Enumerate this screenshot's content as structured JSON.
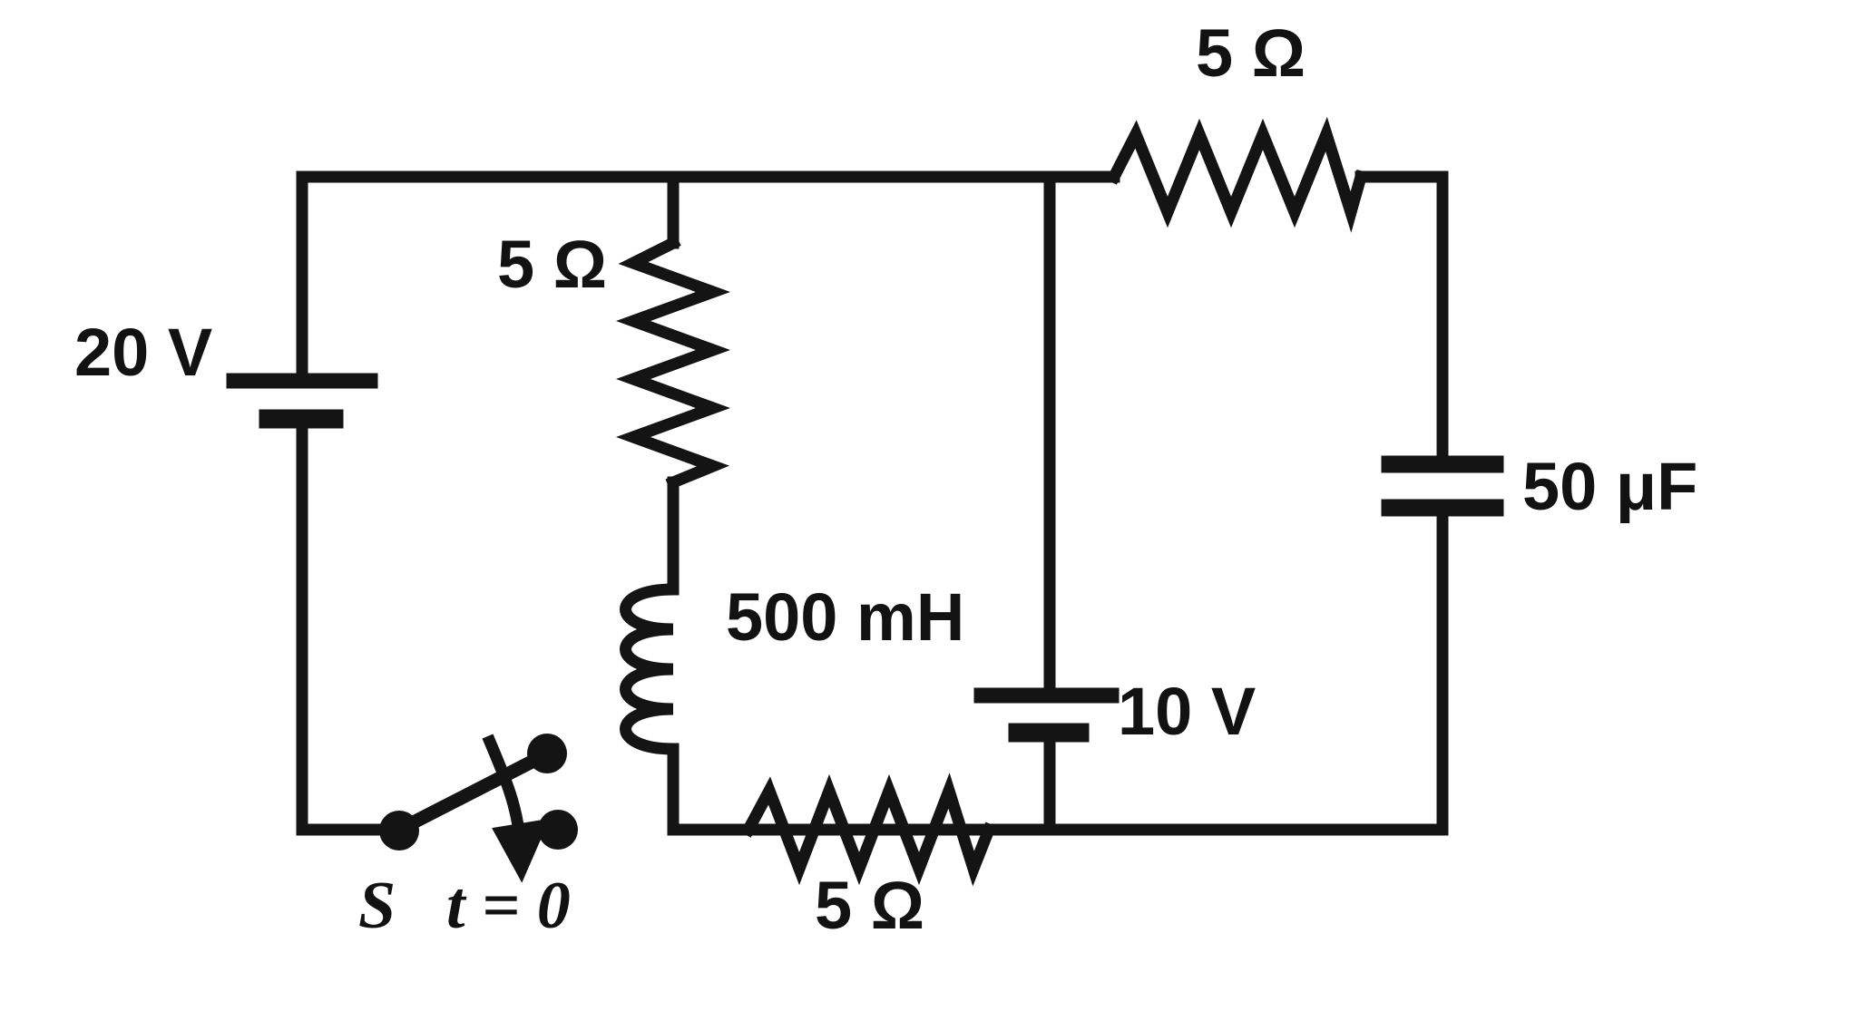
{
  "diagram": {
    "type": "electrical-circuit-schematic",
    "stroke_color": "#141414",
    "background_color": "#ffffff"
  },
  "components": {
    "source_20v": {
      "kind": "battery",
      "label": "20 V"
    },
    "resistor_left": {
      "kind": "resistor",
      "label": "5 Ω"
    },
    "inductor": {
      "kind": "inductor",
      "label": "500 mH"
    },
    "switch": {
      "kind": "switch",
      "label": "S",
      "time_label": "t = 0"
    },
    "resistor_bottom": {
      "kind": "resistor",
      "label": "5 Ω"
    },
    "source_10v": {
      "kind": "battery",
      "label": "10 V"
    },
    "resistor_top_right": {
      "kind": "resistor",
      "label": "5 Ω"
    },
    "capacitor": {
      "kind": "capacitor",
      "label": "50 μF"
    }
  }
}
